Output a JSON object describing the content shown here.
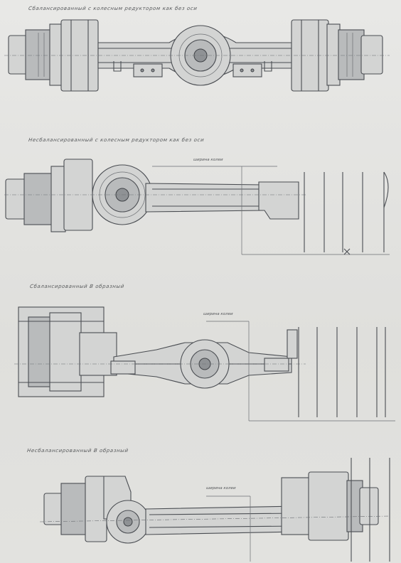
{
  "captions": {
    "fig1": "Сбалансированный с колесным редуктором как без оси",
    "fig2": "Несбалансированный с колесным редуктором как без оси",
    "fig3": "Сбалансированный В образный",
    "fig4": "Несбалансированный В образный"
  },
  "dimension_labels": {
    "fig2": "ширина колеи",
    "fig3": "ширина колеи",
    "fig4": "ширина колеи"
  },
  "colors": {
    "paper": "#e4e4e2",
    "ink": "#4a4d52"
  }
}
